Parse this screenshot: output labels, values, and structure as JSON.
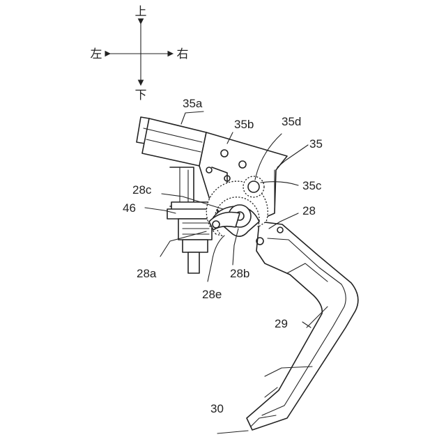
{
  "directions": {
    "up": "上",
    "down": "下",
    "left": "左",
    "right": "右"
  },
  "labels": {
    "l35a": "35a",
    "l35b": "35b",
    "l35d": "35d",
    "l35": "35",
    "l35c": "35c",
    "l28c": "28c",
    "l28": "28",
    "l46": "46",
    "l28a": "28a",
    "l28b": "28b",
    "l28e": "28e",
    "l29": "29",
    "l30": "30"
  }
}
